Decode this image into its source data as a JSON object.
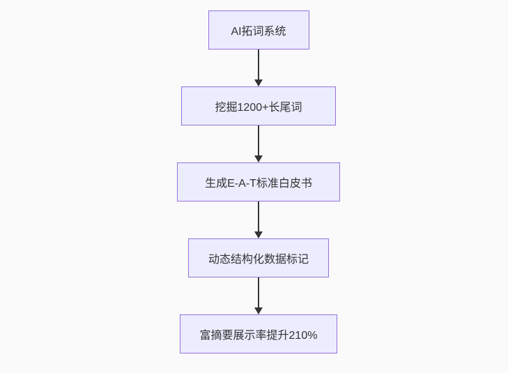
{
  "flowchart": {
    "type": "flowchart",
    "direction": "top-down",
    "background": "#FAFAFA",
    "colors": {
      "node_fill": "#ECECFF",
      "node_border": "#9370DB",
      "node_text": "#333333",
      "arrow": "#333333"
    },
    "nodes": [
      {
        "id": "n1",
        "label": "AI拓词系统"
      },
      {
        "id": "n2",
        "label": "挖掘1200+长尾词"
      },
      {
        "id": "n3",
        "label": "生成E-A-T标准白皮书"
      },
      {
        "id": "n4",
        "label": "动态结构化数据标记"
      },
      {
        "id": "n5",
        "label": "富摘要展示率提升210%"
      }
    ],
    "edges": [
      {
        "from": "n1",
        "to": "n2",
        "label": ""
      },
      {
        "from": "n2",
        "to": "n3",
        "label": ""
      },
      {
        "from": "n3",
        "to": "n4",
        "label": ""
      },
      {
        "from": "n4",
        "to": "n5",
        "label": ""
      }
    ]
  }
}
